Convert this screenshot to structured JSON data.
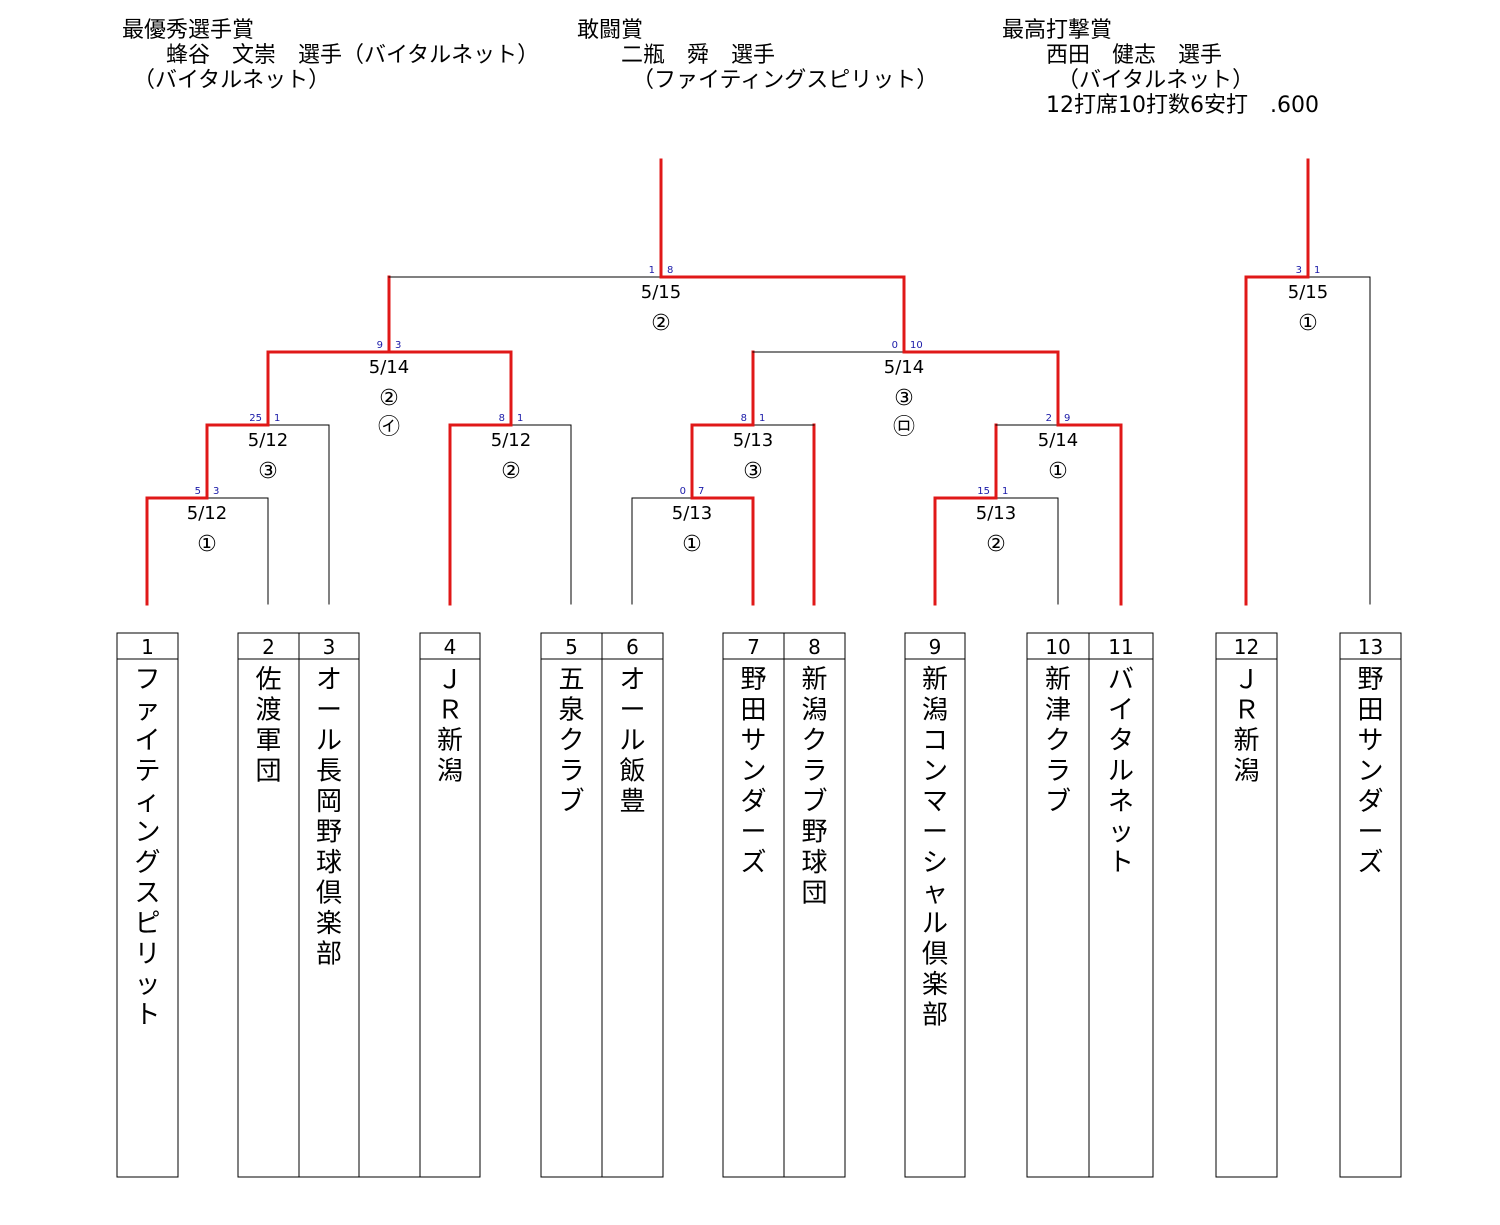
{
  "awards": [
    {
      "lines": [
        "最優秀選手賞",
        "　　蜂谷　文崇　選手（バイタルネット）",
        "　（バイタルネット）"
      ]
    },
    {
      "lines": [
        "敢闘賞",
        "　　二瓶　舜　選手",
        "　　　（ファイティングスピリット）"
      ]
    },
    {
      "lines": [
        "最高打撃賞",
        "　　西田　健志　選手",
        "　　　（バイタルネット）",
        "　　12打席10打数6安打　.600"
      ]
    }
  ],
  "teams": [
    {
      "no": "1",
      "name": "ファイティングスピリット"
    },
    {
      "no": "2",
      "name": "佐渡軍団"
    },
    {
      "no": "3",
      "name": "オール長岡野球倶楽部"
    },
    {
      "no": "4",
      "name": "ＪＲ新潟"
    },
    {
      "no": "5",
      "name": "五泉クラブ"
    },
    {
      "no": "6",
      "name": "オール飯豊"
    },
    {
      "no": "7",
      "name": "野田サンダーズ"
    },
    {
      "no": "8",
      "name": "新潟クラブ野球団"
    },
    {
      "no": "9",
      "name": "新潟コンマーシャル倶楽部"
    },
    {
      "no": "10",
      "name": "新津クラブ"
    },
    {
      "no": "11",
      "name": "バイタルネット"
    },
    {
      "no": "12",
      "name": "ＪＲ新潟"
    },
    {
      "no": "13",
      "name": "野田サンダーズ"
    }
  ],
  "matches": [
    {
      "id": "m1",
      "date": "5/12",
      "field": "①",
      "extra": "",
      "scores": [
        "5",
        "3"
      ]
    },
    {
      "id": "m2",
      "date": "5/12",
      "field": "③",
      "extra": "",
      "scores": [
        "25",
        "1"
      ]
    },
    {
      "id": "m3",
      "date": "5/12",
      "field": "②",
      "extra": "",
      "scores": [
        "8",
        "1"
      ]
    },
    {
      "id": "m4",
      "date": "5/13",
      "field": "①",
      "extra": "",
      "scores": [
        "0",
        "7"
      ]
    },
    {
      "id": "m5",
      "date": "5/13",
      "field": "③",
      "extra": "",
      "scores": [
        "8",
        "1"
      ]
    },
    {
      "id": "m6",
      "date": "5/13",
      "field": "②",
      "extra": "",
      "scores": [
        "15",
        "1"
      ]
    },
    {
      "id": "m7",
      "date": "5/14",
      "field": "①",
      "extra": "",
      "scores": [
        "2",
        "9"
      ]
    },
    {
      "id": "m8",
      "date": "5/14",
      "field": "②",
      "extra": "㋑",
      "scores": [
        "9",
        "3"
      ]
    },
    {
      "id": "m9",
      "date": "5/14",
      "field": "③",
      "extra": "㋺",
      "scores": [
        "0",
        "10"
      ]
    },
    {
      "id": "m10",
      "date": "5/15",
      "field": "②",
      "extra": "",
      "scores": [
        "1",
        "8"
      ]
    },
    {
      "id": "m11",
      "date": "5/15",
      "field": "①",
      "extra": "",
      "scores": [
        "3",
        "1"
      ]
    }
  ],
  "colors": {
    "winner_line": "#e01818",
    "line": "#000000",
    "score_text": "#1a1aa8"
  }
}
